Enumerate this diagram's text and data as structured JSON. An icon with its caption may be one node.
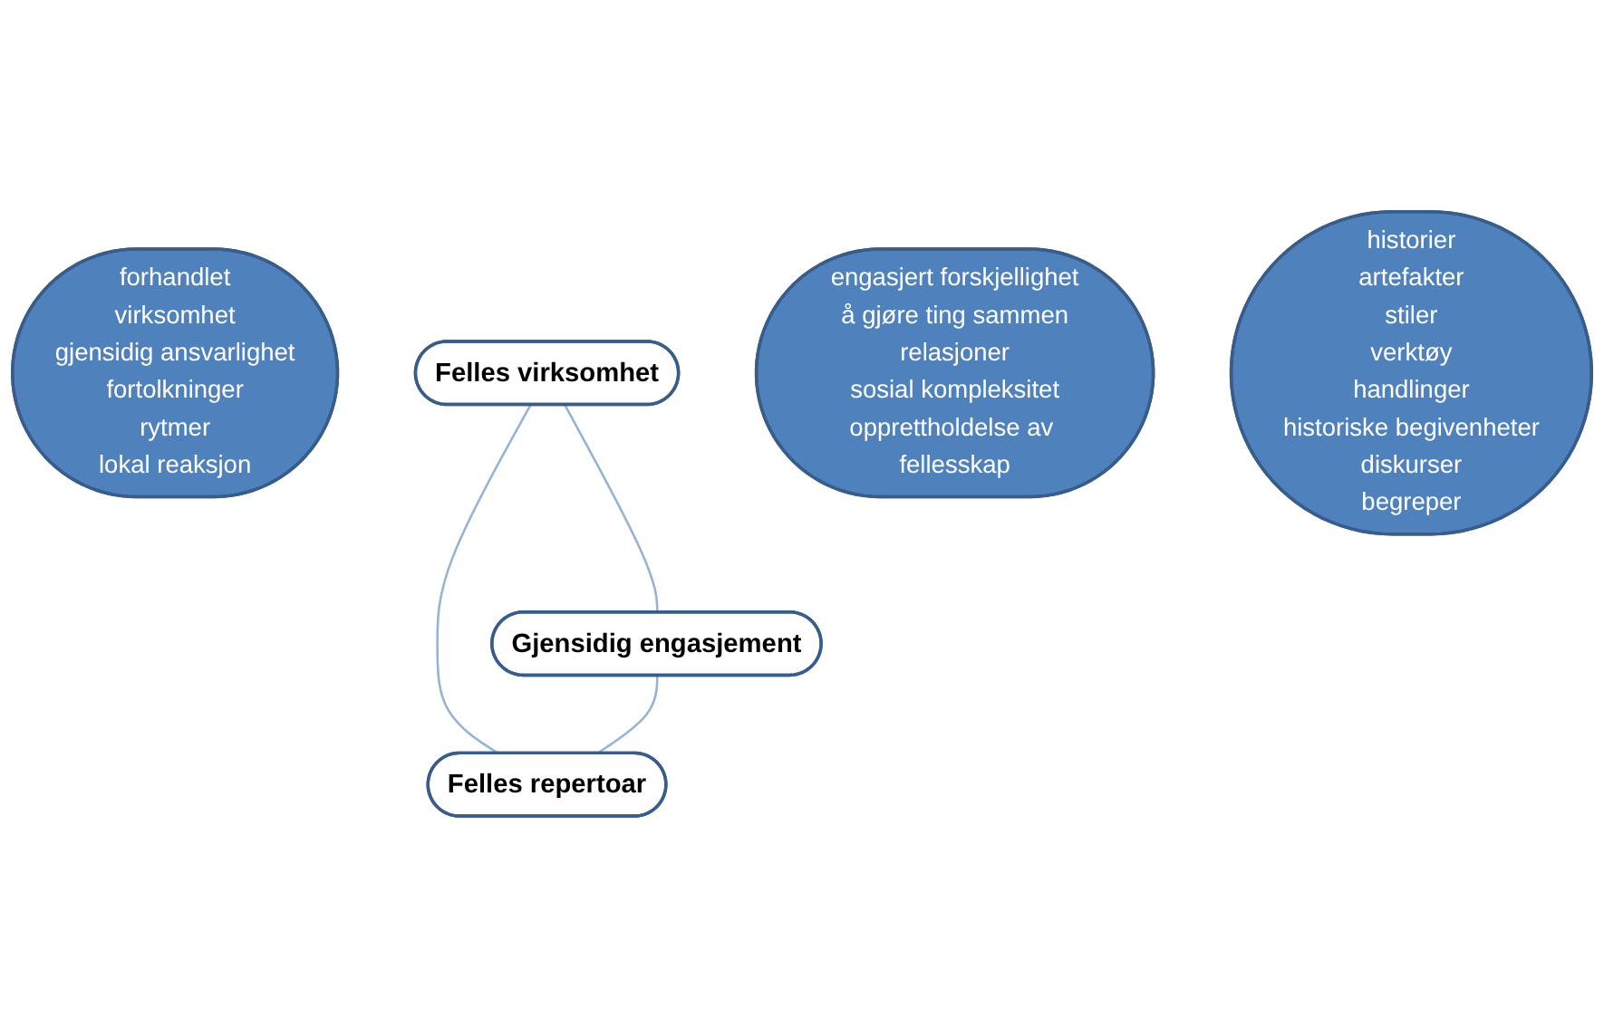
{
  "diagram": {
    "nodes": [
      {
        "text": [
          "forhandlet",
          "virksomhet",
          "gjensidig ansvarlighet",
          "fortolkninger",
          "rytmer",
          "lokal reaksjon"
        ]
      },
      {
        "text": [
          "Felles virksomhet"
        ]
      },
      {
        "text": [
          "Gjensidig engasjement"
        ]
      },
      {
        "text": [
          "Felles repertoar"
        ]
      },
      {
        "text": [
          "engasjert forskjellighet",
          "å gjøre ting sammen",
          "relasjoner",
          "sosial kompleksitet",
          "opprettholdelse av fellesskap"
        ]
      },
      {
        "text": [
          "historier",
          "artefakter",
          "stiler",
          "verktøy",
          "handlinger",
          "historiske begivenheter",
          "diskurser",
          "begreper"
        ]
      }
    ],
    "edges": [
      {
        "from": 1,
        "to": 2,
        "arrow": "none"
      },
      {
        "from": 1,
        "to": 3,
        "arrow": "none"
      },
      {
        "from": 2,
        "to": 3,
        "arrow": "none"
      }
    ]
  }
}
